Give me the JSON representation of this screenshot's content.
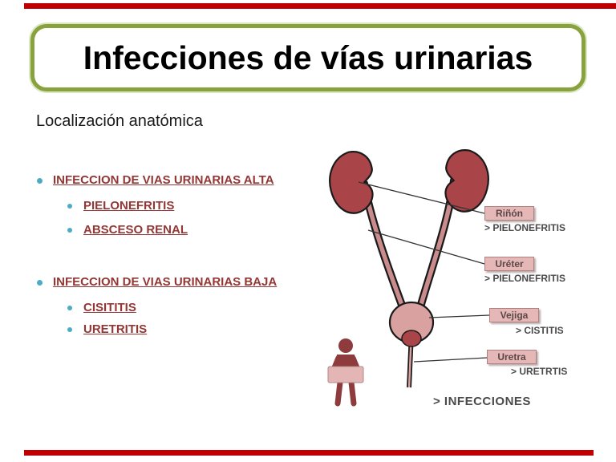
{
  "slide": {
    "title": "Infecciones de vías urinarias",
    "subtitle": "Localización anatómica"
  },
  "list": {
    "items": [
      {
        "label": "INFECCION DE VIAS URINARIAS ALTA",
        "children": [
          "PIELONEFRITIS",
          "ABSCESO RENAL"
        ]
      },
      {
        "label": "INFECCION DE VIAS URINARIAS BAJA",
        "children": [
          "CISITITIS",
          "URETRITIS"
        ]
      }
    ]
  },
  "diagram": {
    "labels": [
      {
        "box": "Riñón",
        "note": "> PIELONEFRITIS"
      },
      {
        "box": "Uréter",
        "note": "> PIELONEFRITIS"
      },
      {
        "box": "Vejiga",
        "note": "> CISTITIS"
      },
      {
        "box": "Uretra",
        "note": "> URETRTIS"
      }
    ],
    "footer": "> INFECCIONES"
  },
  "colors": {
    "accent_bar": "#c00000",
    "title_border": "#87a23e",
    "list_text": "#943634",
    "bullet": "#4bacc6",
    "label_box_bg": "#e5b8b7",
    "anatomy_dark": "#a94449",
    "anatomy_light": "#d9a1a0"
  }
}
